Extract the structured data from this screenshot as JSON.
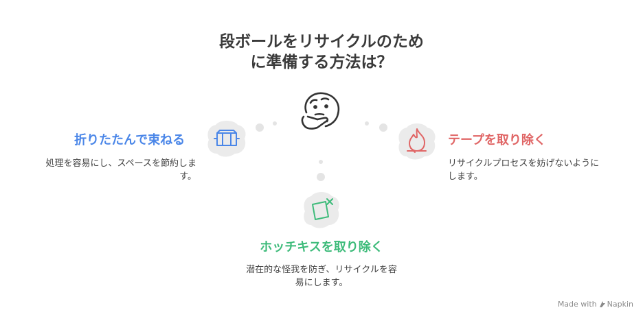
{
  "title": {
    "line1": "段ボールをリサイクルのため",
    "line2": "に準備する方法は？"
  },
  "center_icon": "thinking-face-icon",
  "items": [
    {
      "heading": "折りたたんで束ねる",
      "desc_line1": "処理を容易にし、スペースを節約しま",
      "desc_line2": "す。",
      "color": "#4a86e8",
      "icon": "flattened-box-icon"
    },
    {
      "heading": "テープを取り除く",
      "desc_line1": "リサイクルプロセスを妨げないように",
      "desc_line2": "します。",
      "color": "#e06666",
      "icon": "flame-icon"
    },
    {
      "heading": "ホッチキスを取り除く",
      "desc_line1": "潜在的な怪我を防ぎ、リサイクルを容",
      "desc_line2": "易にします。",
      "color": "#3dbb7a",
      "icon": "staple-remove-icon"
    }
  ],
  "footer": {
    "made_with": "Made with",
    "brand": "Napkin"
  }
}
